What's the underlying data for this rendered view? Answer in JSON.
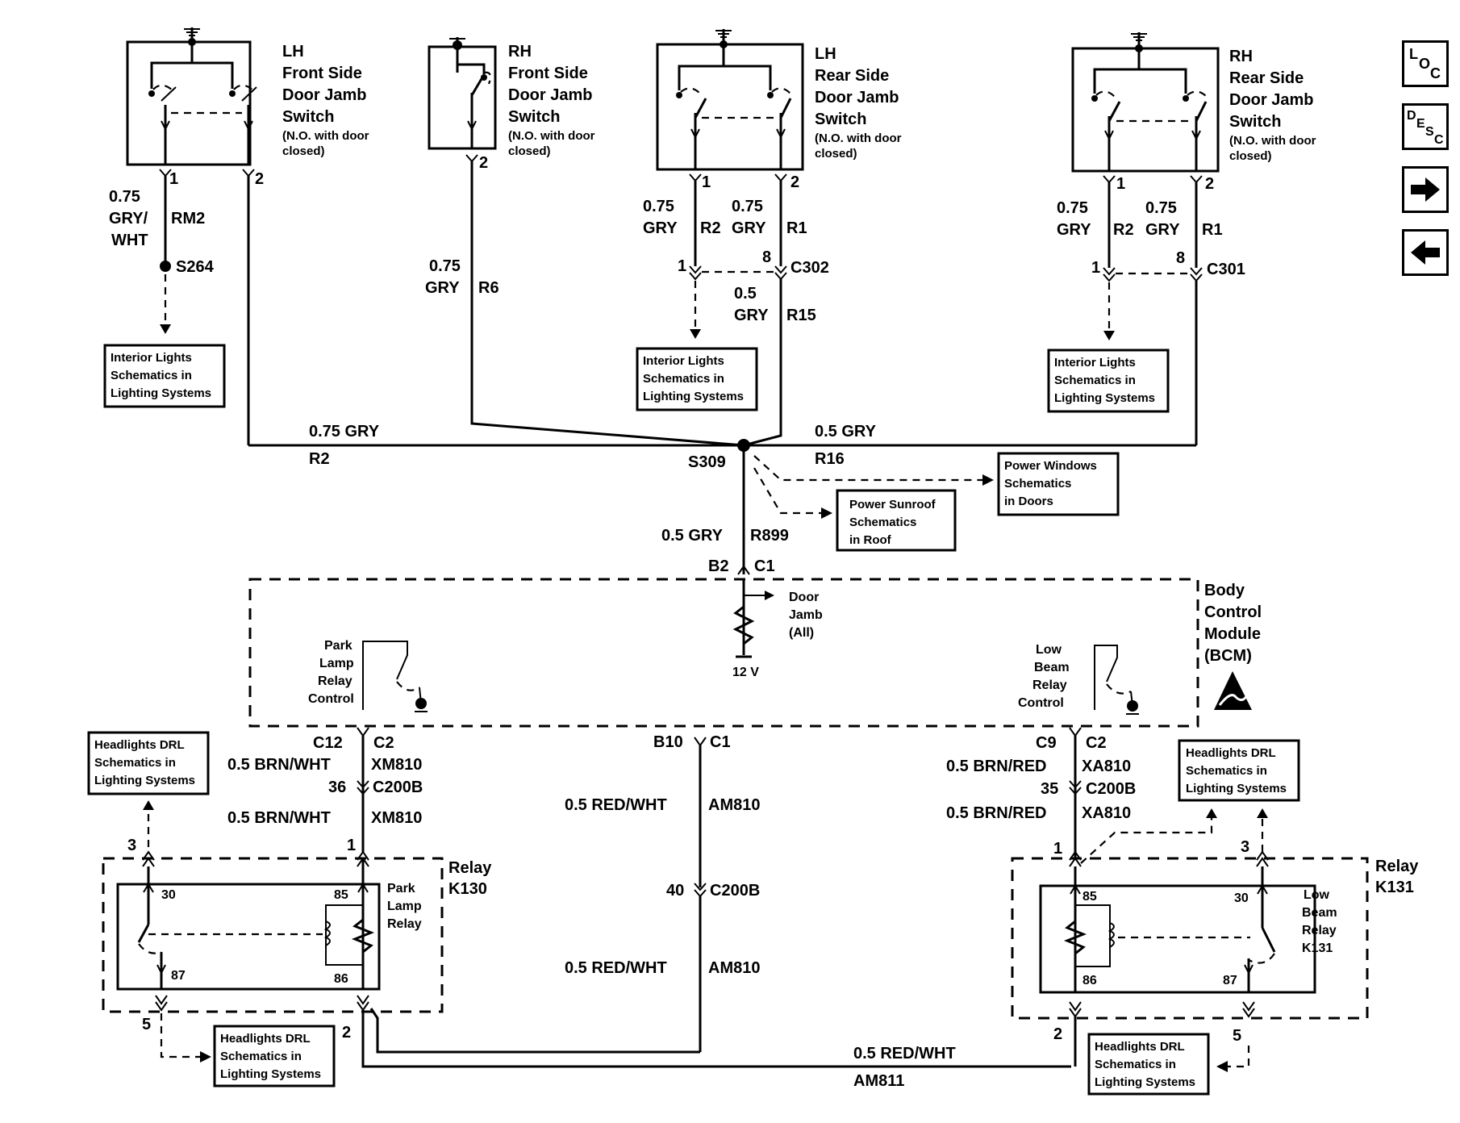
{
  "components": {
    "lh_front_switch": {
      "lines": [
        "LH",
        "Front Side",
        "Door Jamb",
        "Switch"
      ],
      "note": [
        "(N.O. with door",
        "closed)"
      ]
    },
    "rh_front_switch": {
      "lines": [
        "RH",
        "Front Side",
        "Door Jamb",
        "Switch"
      ],
      "note": [
        "(N.O. with door",
        "closed)"
      ]
    },
    "lh_rear_switch": {
      "lines": [
        "LH",
        "Rear Side",
        "Door Jamb",
        "Switch"
      ],
      "note": [
        "(N.O. with door",
        "closed)"
      ]
    },
    "rh_rear_switch": {
      "lines": [
        "RH",
        "Rear Side",
        "Door Jamb",
        "Switch"
      ],
      "note": [
        "(N.O. with door",
        "closed)"
      ]
    },
    "bcm": {
      "lines": [
        "Body",
        "Control",
        "Module",
        "(BCM)"
      ]
    },
    "relay_k130": {
      "lines": [
        "Relay",
        "K130"
      ],
      "inner": [
        "Park",
        "Lamp",
        "Relay"
      ]
    },
    "relay_k131": {
      "lines": [
        "Relay",
        "K131"
      ],
      "inner": [
        "Low",
        "Beam",
        "Relay",
        "K131"
      ]
    }
  },
  "wires": {
    "lh_front_1": {
      "size": "0.75",
      "color_a": "GRY/",
      "color_b": "WHT",
      "circuit": "RM2"
    },
    "rh_front": {
      "size": "0.75",
      "color": "GRY",
      "circuit": "R6"
    },
    "lh_rear_r2": {
      "size": "0.75",
      "color": "GRY",
      "circuit": "R2"
    },
    "lh_rear_r1": {
      "size": "0.75",
      "color": "GRY",
      "circuit": "R1"
    },
    "lh_rear_r15": {
      "size": "0.5",
      "color": "GRY",
      "circuit": "R15"
    },
    "rh_rear_r2": {
      "size": "0.75",
      "color": "GRY",
      "circuit": "R2"
    },
    "rh_rear_r1": {
      "size": "0.75",
      "color": "GRY",
      "circuit": "R1"
    },
    "bus_left": {
      "label": "0.75 GRY",
      "circuit": "R2"
    },
    "bus_right": {
      "label": "0.5 GRY",
      "circuit": "R16"
    },
    "bcm_feed": {
      "label": "0.5 GRY",
      "circuit": "R899"
    },
    "park_lamp_1": {
      "label": "0.5 BRN/WHT",
      "circuit": "XM810"
    },
    "park_lamp_2": {
      "label": "0.5 BRN/WHT",
      "circuit": "XM810"
    },
    "am810_1": {
      "label": "0.5 RED/WHT",
      "circuit": "AM810"
    },
    "am810_2": {
      "label": "0.5 RED/WHT",
      "circuit": "AM810"
    },
    "low_beam_1": {
      "label": "0.5 BRN/RED",
      "circuit": "XA810"
    },
    "low_beam_2": {
      "label": "0.5 BRN/RED",
      "circuit": "XA810"
    },
    "am811": {
      "label": "0.5 RED/WHT",
      "circuit": "AM811"
    }
  },
  "splices": {
    "s264": "S264",
    "s309": "S309"
  },
  "connectors": {
    "c302": "C302",
    "c301": "C301",
    "bcm_b2": "B2",
    "bcm_c1": "C1",
    "c12": "C12",
    "c2a": "C2",
    "c200b_36": "36",
    "c200b_a": "C200B",
    "b10": "B10",
    "c1b": "C1",
    "c200b_40": "40",
    "c200b_b": "C200B",
    "c9": "C9",
    "c2b": "C2",
    "c200b_35": "35",
    "c200b_c": "C200B"
  },
  "pins": {
    "lhf1": "1",
    "lhf2": "2",
    "rhf2": "2",
    "lhr1": "1",
    "lhr2": "2",
    "c302_1": "1",
    "c302_8": "8",
    "rhr1": "1",
    "rhr2": "2",
    "c301_1": "1",
    "c301_8": "8",
    "k130_1": "1",
    "k130_2": "2",
    "k130_3": "3",
    "k130_5": "5",
    "k131_1": "1",
    "k131_2": "2",
    "k131_3": "3",
    "k131_5": "5",
    "k130_30": "30",
    "k130_85": "85",
    "k130_87": "87",
    "k130_86": "86",
    "k131_85": "85",
    "k131_30": "30",
    "k131_86": "86",
    "k131_87": "87"
  },
  "bcm_internal": {
    "door_jamb": [
      "Door",
      "Jamb",
      "(All)"
    ],
    "voltage": "12 V",
    "park_lamp_control": [
      "Park",
      "Lamp",
      "Relay",
      "Control"
    ],
    "low_beam_control": [
      "Low",
      "Beam",
      "Relay",
      "Control"
    ]
  },
  "references": {
    "interior_lights_1": [
      "Interior Lights",
      "Schematics in",
      "Lighting Systems"
    ],
    "interior_lights_2": [
      "Interior Lights",
      "Schematics in",
      "Lighting Systems"
    ],
    "interior_lights_3": [
      "Interior Lights",
      "Schematics in",
      "Lighting Systems"
    ],
    "power_windows": [
      "Power Windows",
      "Schematics",
      "in Doors"
    ],
    "power_sunroof": [
      "Power Sunroof",
      "Schematics",
      "in Roof"
    ],
    "drl_1": [
      "Headlights DRL",
      "Schematics in",
      "Lighting Systems"
    ],
    "drl_2": [
      "Headlights DRL",
      "Schematics in",
      "Lighting Systems"
    ],
    "drl_3": [
      "Headlights DRL",
      "Schematics in",
      "Lighting Systems"
    ],
    "drl_4": [
      "Headlights DRL",
      "Schematics in",
      "Lighting Systems"
    ]
  },
  "nav": {
    "loc": [
      "L",
      "O",
      "C"
    ],
    "desc": [
      "D",
      "E",
      "S",
      "C"
    ],
    "next_icon": "arrow-right-icon",
    "prev_icon": "arrow-left-icon"
  }
}
